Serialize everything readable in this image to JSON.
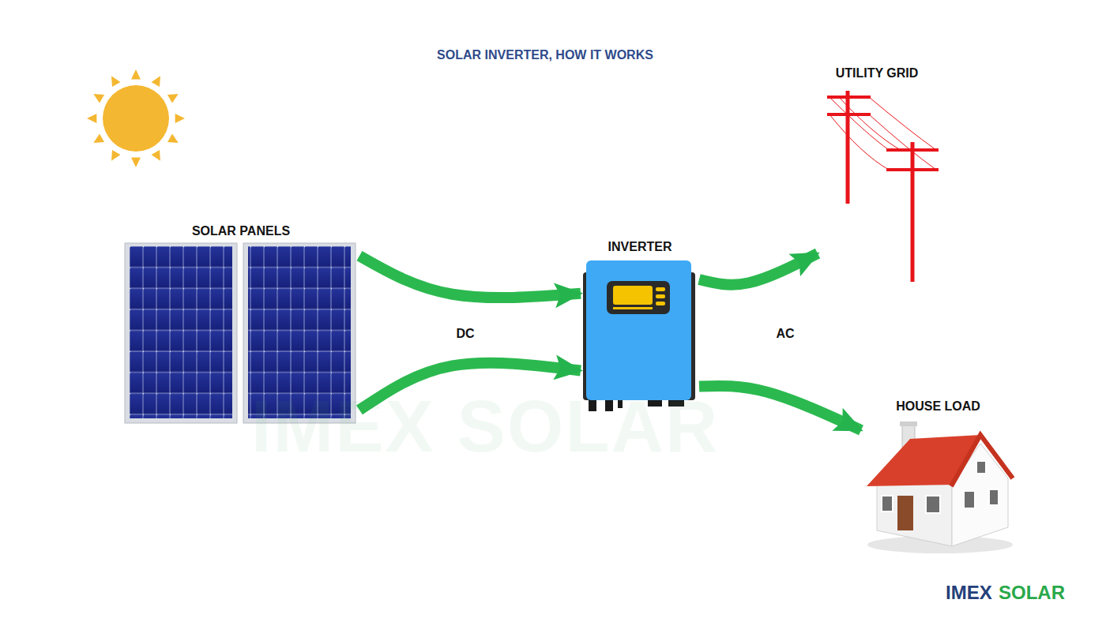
{
  "diagram": {
    "title": "SOLAR INVERTER, HOW IT WORKS",
    "nodes": [
      {
        "text": [
          "SOLAR PANELS"
        ]
      },
      {
        "text": [
          "INVERTER"
        ]
      },
      {
        "text": [
          "UTILITY GRID"
        ]
      },
      {
        "text": [
          "HOUSE LOAD"
        ]
      }
    ],
    "edges": [
      {
        "from": 0,
        "to": 1,
        "arrow": "to"
      },
      {
        "from": 0,
        "to": 1,
        "label": "DC",
        "arrow": "to"
      },
      {
        "from": 1,
        "to": 2,
        "label": "AC",
        "arrow": "to"
      },
      {
        "from": 1,
        "to": 3,
        "arrow": "to"
      }
    ],
    "labels": [
      "IMEX SOLAR",
      "IMEX",
      "SOLAR"
    ]
  }
}
